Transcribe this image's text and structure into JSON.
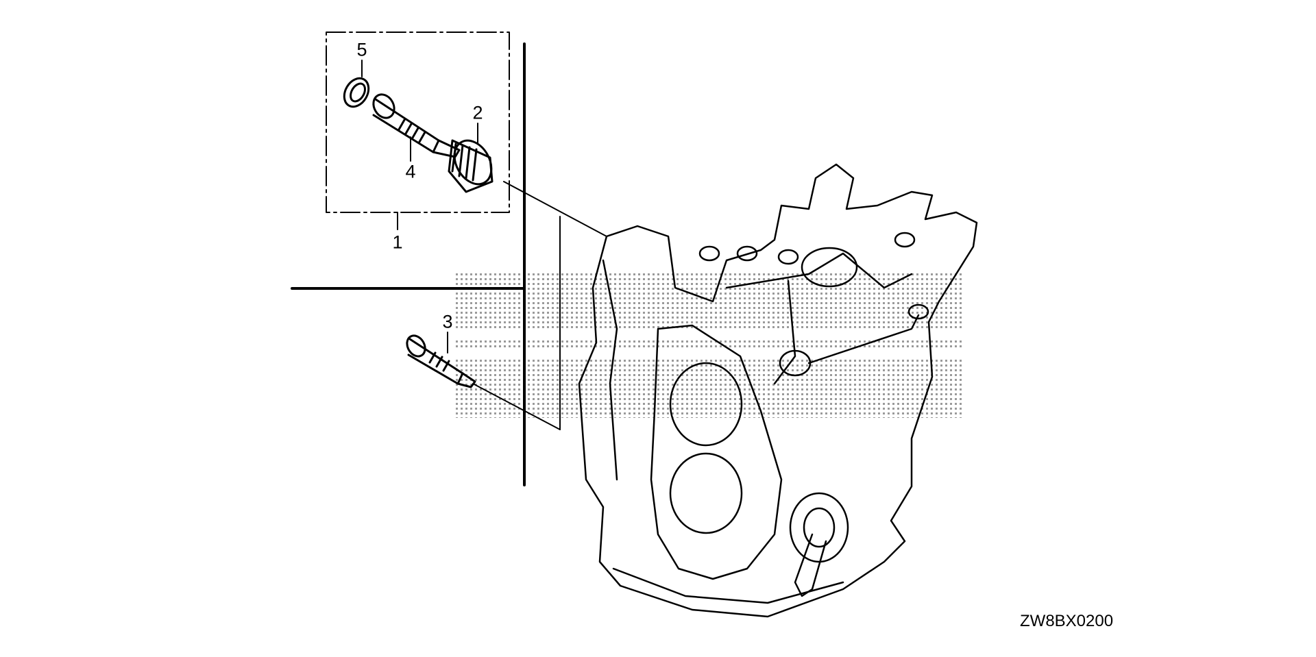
{
  "diagram": {
    "callouts": [
      {
        "id": "callout-1",
        "text": "1"
      },
      {
        "id": "callout-2",
        "text": "2"
      },
      {
        "id": "callout-3",
        "text": "3"
      },
      {
        "id": "callout-4",
        "text": "4"
      },
      {
        "id": "callout-5",
        "text": "5"
      }
    ],
    "diagram_code": "ZW8BX0200",
    "line_color": "#000000",
    "watermark_color": "#9a9a9a"
  }
}
